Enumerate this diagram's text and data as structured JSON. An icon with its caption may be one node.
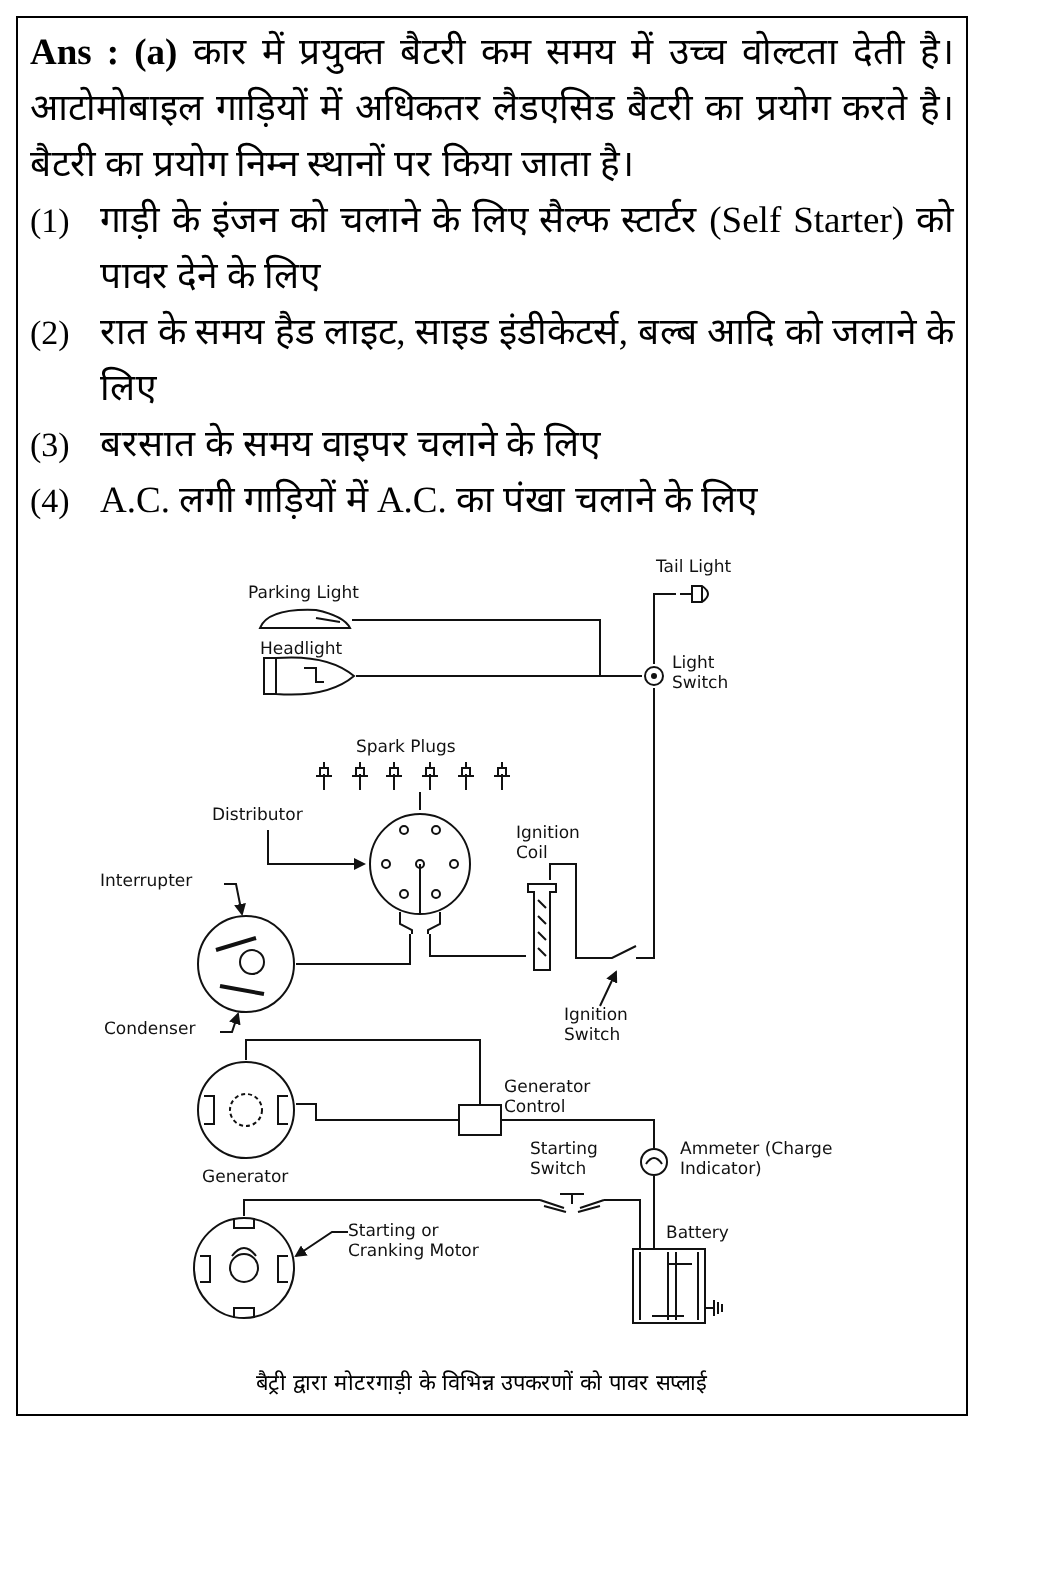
{
  "diagram": {
    "caption": "बैट्री द्वारा मोटरगाड़ी के विभिन्न उपकरणों को पावर सप्लाई",
    "nodes": [
      {
        "text": [],
        "shape": "picture",
        "beside": [
          "Tail Light"
        ]
      },
      {
        "text": [],
        "shape": "picture",
        "beside": [
          "Parking Light"
        ]
      },
      {
        "text": [],
        "shape": "picture",
        "beside": [
          "Headlight"
        ]
      },
      {
        "text": [],
        "shape": "circle",
        "beside": [
          "Light Switch"
        ]
      },
      {
        "text": [],
        "shape": "picture",
        "beside": [
          "Spark Plugs"
        ]
      },
      {
        "text": [],
        "shape": "picture"
      },
      {
        "text": [
          "Distributor"
        ]
      },
      {
        "text": [],
        "shape": "picture",
        "beside": [
          "Ignition Coil"
        ]
      },
      {
        "text": [],
        "shape": "picture"
      },
      {
        "text": [
          "Interrupter"
        ]
      },
      {
        "text": [
          "Condenser"
        ]
      },
      {
        "text": [],
        "shape": "picture"
      },
      {
        "text": [
          "Ignition Switch"
        ]
      },
      {
        "text": [],
        "shape": "picture",
        "beside": [
          "Generator"
        ]
      },
      {
        "text": [],
        "shape": "box",
        "beside": [
          "Generator Control"
        ]
      },
      {
        "text": [],
        "shape": "circle",
        "beside": [
          "Ammeter (Charge Indicator)"
        ]
      },
      {
        "text": [],
        "shape": "picture",
        "beside": [
          "Starting Switch"
        ]
      },
      {
        "text": [],
        "shape": "picture"
      },
      {
        "text": [
          "Starting or Cranking Motor"
        ]
      },
      {
        "text": [],
        "shape": "box",
        "beside": [
          "Battery"
        ]
      }
    ],
    "edges": [
      {
        "from": 0,
        "to": 3,
        "arrow": "none"
      },
      {
        "from": 1,
        "to": 3,
        "arrow": "none"
      },
      {
        "from": 2,
        "to": 3,
        "arrow": "none"
      },
      {
        "from": 3,
        "to": 11,
        "arrow": "none"
      },
      {
        "from": 11,
        "to": 7,
        "arrow": "none"
      },
      {
        "from": 7,
        "to": 5,
        "arrow": "none"
      },
      {
        "from": 5,
        "to": 4,
        "arrow": "none"
      },
      {
        "from": 8,
        "to": 5,
        "arrow": "none"
      },
      {
        "from": 13,
        "to": 14,
        "arrow": "none"
      },
      {
        "from": 13,
        "to": 14,
        "arrow": "none"
      },
      {
        "from": 14,
        "to": 15,
        "arrow": "none"
      },
      {
        "from": 15,
        "to": 19,
        "arrow": "none"
      },
      {
        "from": 19,
        "to": 16,
        "arrow": "none"
      },
      {
        "from": 16,
        "to": 17,
        "arrow": "none"
      },
      {
        "from": 6,
        "to": 5,
        "arrow": "to"
      },
      {
        "from": 9,
        "to": 8,
        "arrow": "to"
      },
      {
        "from": 10,
        "to": 8,
        "arrow": "to"
      },
      {
        "from": 12,
        "to": 11,
        "arrow": "to"
      },
      {
        "from": 18,
        "to": 17,
        "arrow": "to"
      }
    ],
    "labels": [
      "**Ans : (a)** कार में प्रयुक्त बैटरी कम समय में उच्च वोल्टता देती है। आटोमोबाइल गाड़ियों में अधिकतर लैडएसिड बैटरी का प्रयोग करते है। बैटरी का प्रयोग निम्न स्थानों पर किया जाता है।",
      "(1)",
      "गाड़ी के इंजन को चलाने के लिए सैल्फ स्टार्टर (Self Starter) को पावर देने के लिए",
      "(2)",
      "रात के समय हैड लाइट, साइड इंडीकेटर्स, बल्ब आदि को जलाने के लिए",
      "(3)",
      "बरसात के समय वाइपर चलाने के लिए",
      "(4)",
      "A.C. लगी गाड़ियों में A.C. का पंखा चलाने के लिए"
    ]
  }
}
